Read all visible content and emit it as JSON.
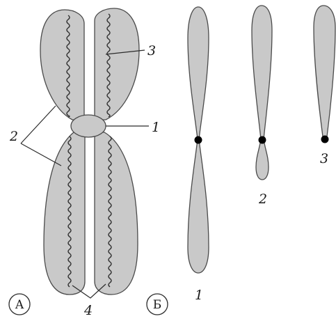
{
  "panel_a": {
    "label": "А",
    "callouts": {
      "centromere": "1",
      "arm": "2",
      "dna_thread": "3",
      "chromatid": "4"
    }
  },
  "panel_b": {
    "label": "Б",
    "types": [
      {
        "number": "1"
      },
      {
        "number": "2"
      },
      {
        "number": "3"
      }
    ]
  },
  "colors": {
    "fill": "#c9c9c9",
    "outline": "#4a4a4a",
    "centromere_dot": "#000000"
  }
}
